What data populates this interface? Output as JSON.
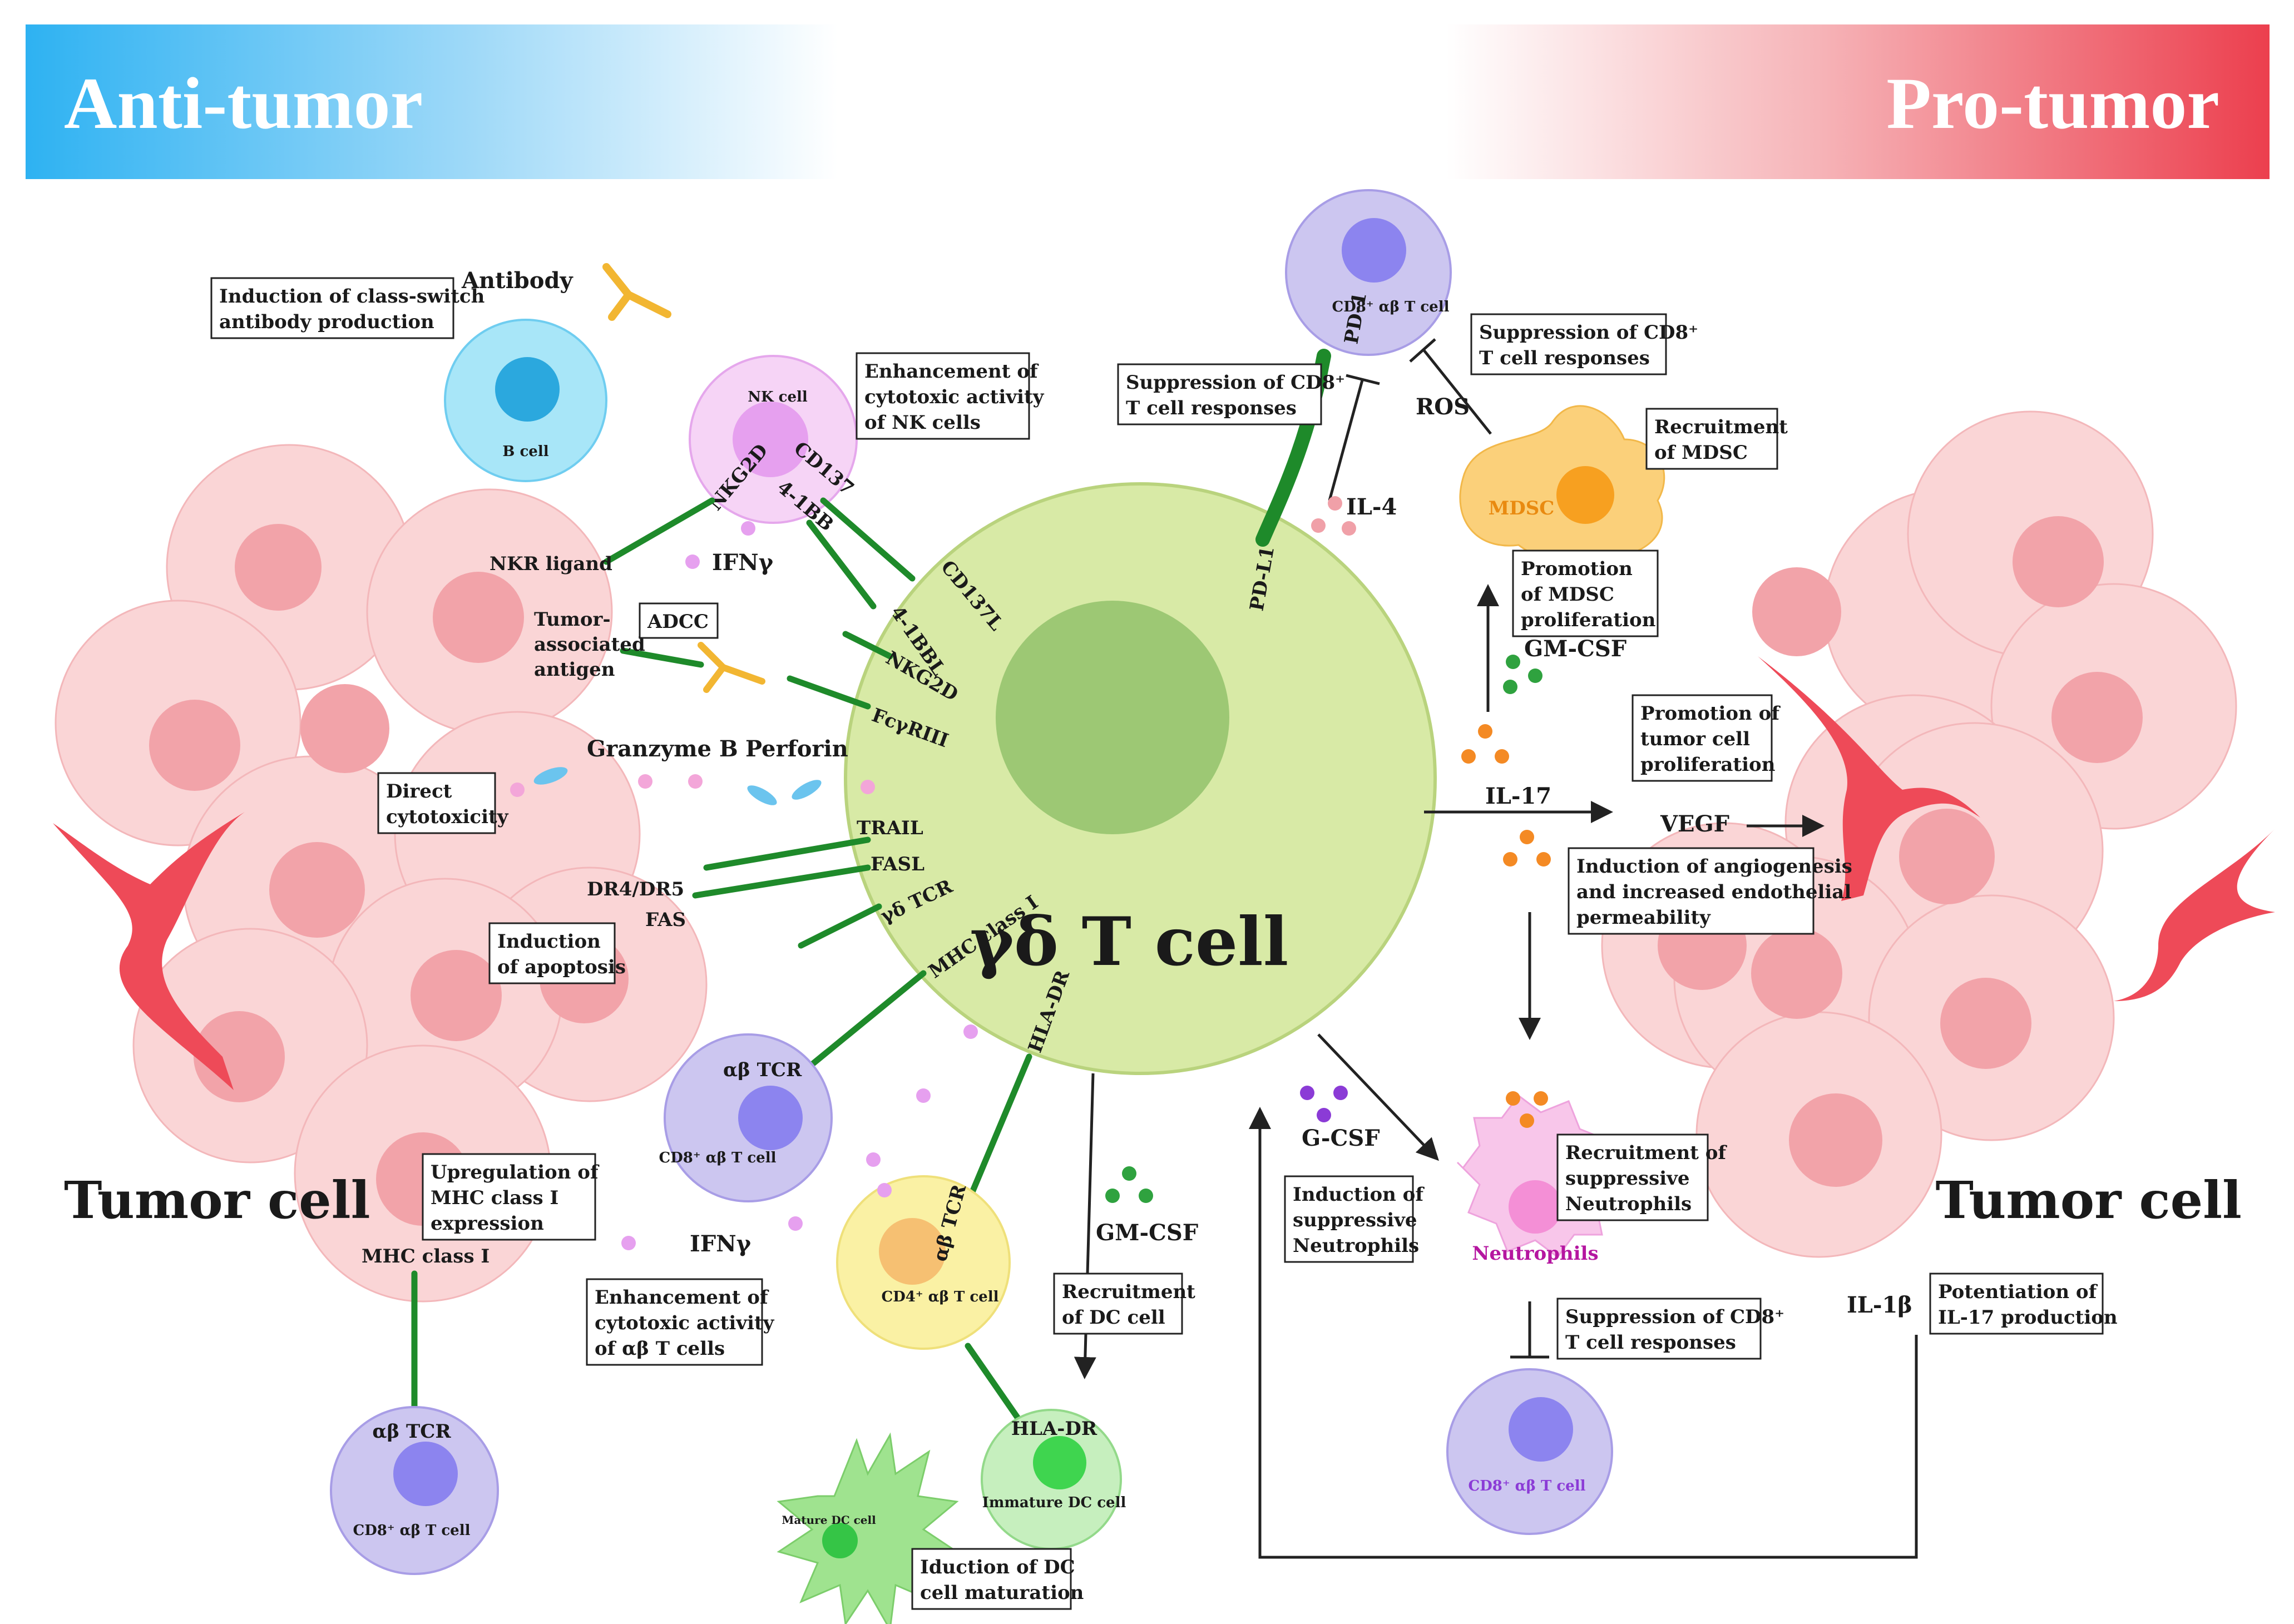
{
  "header": {
    "left": "Anti-tumor",
    "right": "Pro-tumor"
  },
  "cells": {
    "gd": "γδ T cell",
    "b": "B cell",
    "nk": "NK cell",
    "cd8_top": "CD8⁺ αβ T cell",
    "mdsc": "MDSC",
    "cd8_mid": "CD8⁺ αβ T cell",
    "cd4": "CD4⁺ αβ T cell",
    "cd8_low": "CD8⁺ αβ T cell",
    "imm_dc": "Immature DC cell",
    "mat_dc": "Mature DC cell",
    "neut": "Neutrophils",
    "cd8_br": "CD8⁺ αβ T cell",
    "tumor_l": "Tumor cell",
    "tumor_r": "Tumor cell"
  },
  "molecules": {
    "antibody": "Antibody",
    "nkr_ligand": "NKR ligand",
    "nkg2d_nk": "NKG2D",
    "cd137_nk": "CD137",
    "ibb_nk": "4-1BB",
    "ifng_top": "IFNγ",
    "cd137l": "CD137L",
    "ibbl": "4-1BBL",
    "nkg2d_gd": "NKG2D",
    "fcgr": "FcγRIII",
    "taa1": "Tumor-",
    "taa2": "associated",
    "taa3": "antigen",
    "granzyme": "Granzyme B",
    "perforin": "Perforin",
    "trail": "TRAIL",
    "fasl": "FASL",
    "gdtcr": "γδ TCR",
    "mhc_gd": "MHC class I",
    "hladr_gd": "HLA-DR",
    "dr45": "DR4/DR5",
    "fas": "FAS",
    "abtcr_mid": "αβ TCR",
    "abtcr_cd4": "αβ TCR",
    "mhc_low": "MHC class I",
    "abtcr_low": "αβ TCR",
    "ifng_low": "IFNγ",
    "gmcsf_dc": "GM-CSF",
    "hladr_dc": "HLA-DR",
    "pd1": "PD-1",
    "pdl1": "PD-L1",
    "il4": "IL-4",
    "ros": "ROS",
    "gmcsf_r": "GM-CSF",
    "il17": "IL-17",
    "vegf": "VEGF",
    "gcsf": "G-CSF",
    "il1b": "IL-1β"
  },
  "boxes": {
    "class_switch": [
      "Induction of class-switch",
      "antibody production"
    ],
    "nk_enh": [
      "Enhancement of",
      "cytotoxic activity",
      "of NK cells"
    ],
    "adcc": [
      "ADCC"
    ],
    "direct": [
      "Direct",
      "cytotoxicity"
    ],
    "apoptosis": [
      "Induction",
      "of apoptosis"
    ],
    "mhc_up": [
      "Upregulation of",
      "MHC class I",
      "expression"
    ],
    "ab_enh": [
      "Enhancement of",
      "cytotoxic activity",
      "of αβ T cells"
    ],
    "dc_recruit": [
      "Recruitment",
      "of DC cell"
    ],
    "dc_mature": [
      "Iduction of DC",
      "cell maturation"
    ],
    "supp1": [
      "Suppression of CD8⁺",
      "T cell responses"
    ],
    "supp2": [
      "Suppression of CD8⁺",
      "T cell responses"
    ],
    "mdsc_recruit": [
      "Recruitment",
      "of MDSC"
    ],
    "mdsc_prolif": [
      "Promotion",
      "of MDSC",
      "proliferation"
    ],
    "tumor_prolif": [
      "Promotion of",
      "tumor cell",
      "proliferation"
    ],
    "angio": [
      "Induction of angiogenesis",
      "and increased endothelial",
      "permeability"
    ],
    "neut_supp": [
      "Induction of",
      "suppressive",
      "Neutrophils"
    ],
    "neut_recruit": [
      "Recruitment of",
      "suppressive",
      "Neutrophils"
    ],
    "supp3": [
      "Suppression of CD8⁺",
      "T cell responses"
    ],
    "il17_pot": [
      "Potentiation of",
      "IL-17 production"
    ]
  },
  "colors": {
    "anti_header": "#33b5f0",
    "pro_header": "#ee4a58",
    "gd_cell": "#d8eaa6",
    "gd_nucleus": "#9dc874",
    "tumor": "#fad5d6",
    "tumor_nucleus": "#f2a3a9",
    "receptor": "#1e8a2a",
    "vessel": "#ee4a58",
    "tcell": "#ccc6f0",
    "tcell_nucleus": "#8c84ef"
  }
}
